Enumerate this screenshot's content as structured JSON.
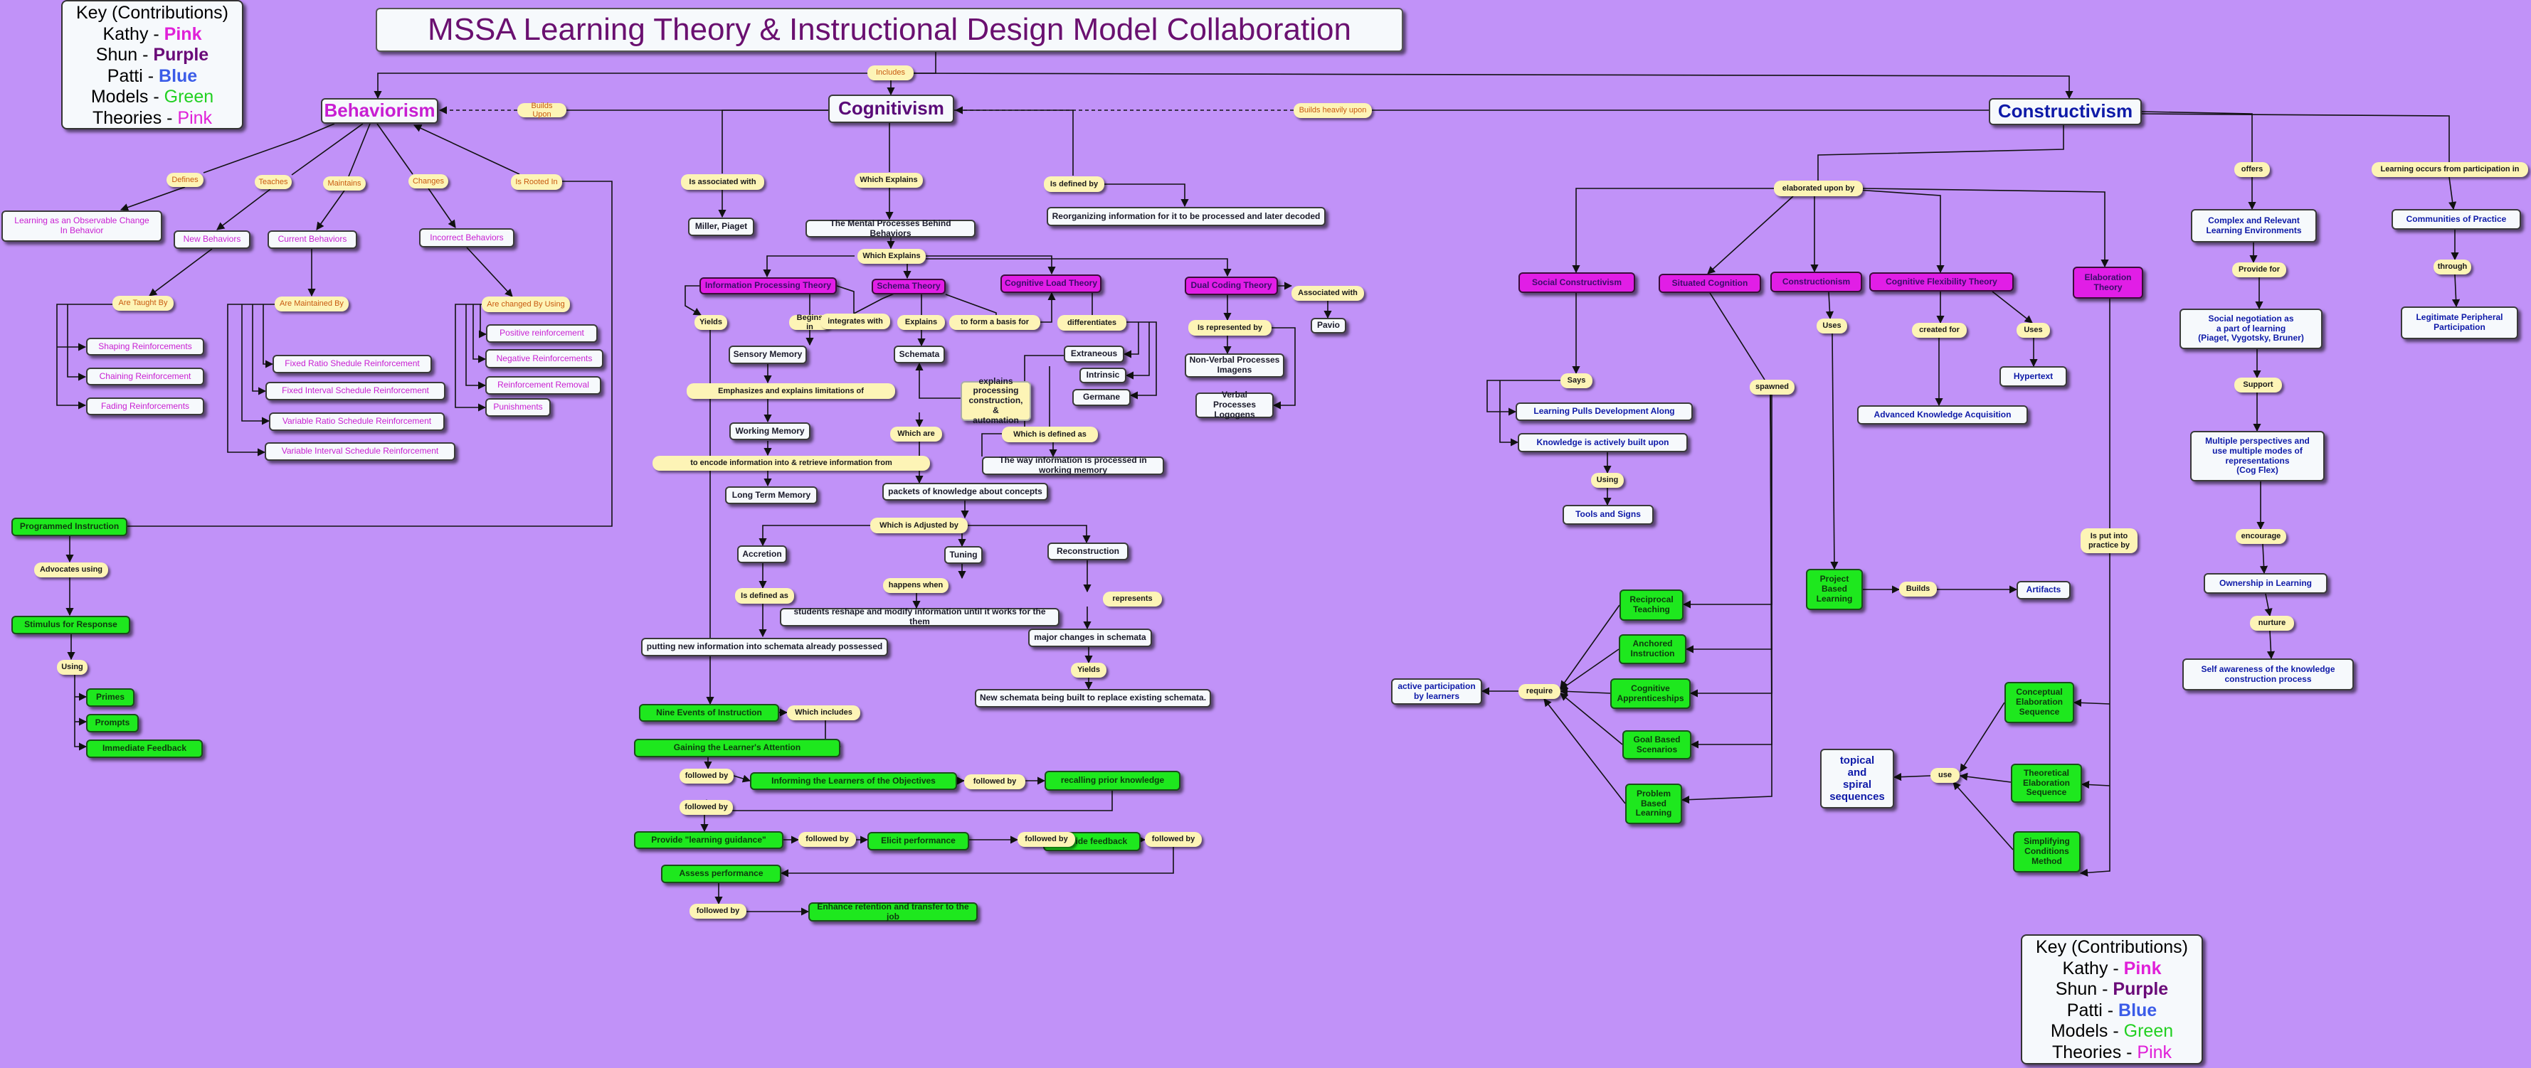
{
  "title": "MSSA Learning Theory & Instructional Design Model Collaboration",
  "key": {
    "heading": "Key (Contributions)",
    "rows": [
      {
        "name": "Kathy",
        "sep": " - ",
        "color": "Pink"
      },
      {
        "name": "Shun",
        "sep": " - ",
        "color": "Purple"
      },
      {
        "name": "Patti",
        "sep": " - ",
        "color": "Blue"
      },
      {
        "name": "Models",
        "sep": " - ",
        "color": "Green"
      },
      {
        "name": "Theories",
        "sep": " - ",
        "color": "Pink"
      }
    ]
  },
  "nodes": [
    {
      "id": "beh",
      "text": "Behaviorism",
      "style": "p big"
    },
    {
      "id": "cog",
      "text": "Cognitivism",
      "style": "u big"
    },
    {
      "id": "con",
      "text": "Constructivism",
      "style": "b big"
    },
    {
      "id": "b_obs",
      "text": "Learning as an Observable Change\nIn Behavior",
      "style": "p"
    },
    {
      "id": "b_new",
      "text": "New Behaviors",
      "style": "p"
    },
    {
      "id": "b_cur",
      "text": "Current Behaviors",
      "style": "p"
    },
    {
      "id": "b_inc",
      "text": "Incorrect Behaviors",
      "style": "p"
    },
    {
      "id": "b_shap",
      "text": "Shaping Reinforcements",
      "style": "p"
    },
    {
      "id": "b_chain",
      "text": "Chaining Reinforcement",
      "style": "p"
    },
    {
      "id": "b_fad",
      "text": "Fading Reinforcements",
      "style": "p"
    },
    {
      "id": "b_fr",
      "text": "Fixed Ratio Shedule Reinforcement",
      "style": "p"
    },
    {
      "id": "b_fi",
      "text": "Fixed Interval Schedule Reinforcement",
      "style": "p"
    },
    {
      "id": "b_vr",
      "text": "Variable Ratio Schedule Reinforcement",
      "style": "p"
    },
    {
      "id": "b_vi",
      "text": "Variable Interval Schedule Reinforcement",
      "style": "p"
    },
    {
      "id": "b_pos",
      "text": "Positive reinforcement",
      "style": "p"
    },
    {
      "id": "b_neg",
      "text": "Negative Reinforcements",
      "style": "p"
    },
    {
      "id": "b_rem",
      "text": "Reinforcement Removal",
      "style": "p"
    },
    {
      "id": "b_pun",
      "text": "Punishments",
      "style": "p"
    },
    {
      "id": "b_prog",
      "text": "Programmed Instruction",
      "style": "g"
    },
    {
      "id": "b_stim",
      "text": "Stimulus for Response",
      "style": "g"
    },
    {
      "id": "b_prim",
      "text": "Primes",
      "style": "g"
    },
    {
      "id": "b_prom",
      "text": "Prompts",
      "style": "g"
    },
    {
      "id": "b_imm",
      "text": "Immediate Feedback",
      "style": "g"
    },
    {
      "id": "c_miller",
      "text": "Miller, Piaget",
      "style": "k"
    },
    {
      "id": "c_mental",
      "text": "The Mental Processes Behind Behaviors",
      "style": "k"
    },
    {
      "id": "c_reorg",
      "text": "Reorganizing information for it to be processed and later decoded",
      "style": "k"
    },
    {
      "id": "c_ipt",
      "text": "Information Processing Theory",
      "style": "m"
    },
    {
      "id": "c_schema_t",
      "text": "Schema Theory",
      "style": "m"
    },
    {
      "id": "c_clt",
      "text": "Cognitive Load Theory",
      "style": "m"
    },
    {
      "id": "c_dct",
      "text": "Dual Coding Theory",
      "style": "m"
    },
    {
      "id": "c_sensory",
      "text": "Sensory Memory",
      "style": "k"
    },
    {
      "id": "c_working",
      "text": "Working Memory",
      "style": "k"
    },
    {
      "id": "c_ltm",
      "text": "Long Term Memory",
      "style": "k"
    },
    {
      "id": "c_schemata",
      "text": "Schemata",
      "style": "k"
    },
    {
      "id": "c_explains",
      "text": "explains\nprocessing\nconstruction, &\nautomation",
      "style": "k yel"
    },
    {
      "id": "c_extr",
      "text": "Extraneous",
      "style": "k"
    },
    {
      "id": "c_intr",
      "text": "Intrinsic",
      "style": "k"
    },
    {
      "id": "c_germ",
      "text": "Germane",
      "style": "k"
    },
    {
      "id": "c_nonverb",
      "text": "Non-Verbal Processes\nImagens",
      "style": "k"
    },
    {
      "id": "c_verb",
      "text": "Verbal Processes\nLogogens",
      "style": "k"
    },
    {
      "id": "c_pavio",
      "text": "Pavio",
      "style": "k"
    },
    {
      "id": "c_wayinfo",
      "text": "The way information is processed in working memory",
      "style": "k"
    },
    {
      "id": "c_packets",
      "text": "packets of knowledge about concepts",
      "style": "k"
    },
    {
      "id": "c_accr",
      "text": "Accretion",
      "style": "k"
    },
    {
      "id": "c_tun",
      "text": "Tuning",
      "style": "k"
    },
    {
      "id": "c_recon",
      "text": "Reconstruction",
      "style": "k"
    },
    {
      "id": "c_reshape",
      "text": "students reshape and modify information until it works for the them",
      "style": "k"
    },
    {
      "id": "c_major",
      "text": "major changes in schemata",
      "style": "k"
    },
    {
      "id": "c_putting",
      "text": "putting new information into schemata already possessed",
      "style": "k"
    },
    {
      "id": "c_newsch",
      "text": "New schemata being built to replace existing schemata.",
      "style": "k"
    },
    {
      "id": "c_nine",
      "text": "Nine Events of Instruction",
      "style": "g"
    },
    {
      "id": "c_gain",
      "text": "Gaining the Learner's Attention",
      "style": "g"
    },
    {
      "id": "c_inform",
      "text": "Informing the Learners of the Objectives",
      "style": "g"
    },
    {
      "id": "c_recall",
      "text": "recalling prior knowledge",
      "style": "g"
    },
    {
      "id": "c_guid",
      "text": "Provide \"learning guidance\"",
      "style": "g"
    },
    {
      "id": "c_elicit",
      "text": "Elicit performance",
      "style": "g"
    },
    {
      "id": "c_feedb",
      "text": "Provide feedback",
      "style": "g"
    },
    {
      "id": "c_assess",
      "text": "Assess performance",
      "style": "g"
    },
    {
      "id": "c_enh",
      "text": "Enhance retention and transfer to the job",
      "style": "g"
    },
    {
      "id": "k_social",
      "text": "Social Constructivism",
      "style": "m"
    },
    {
      "id": "k_situated",
      "text": "Situated Cognition",
      "style": "m"
    },
    {
      "id": "k_constr",
      "text": "Constructionism",
      "style": "m"
    },
    {
      "id": "k_cft",
      "text": "Cognitive Flexibility Theory",
      "style": "m"
    },
    {
      "id": "k_elab",
      "text": "Elaboration\nTheory",
      "style": "m"
    },
    {
      "id": "k_pulls",
      "text": "Learning Pulls Development Along",
      "style": "b"
    },
    {
      "id": "k_built",
      "text": "Knowledge is actively built upon",
      "style": "b"
    },
    {
      "id": "k_tools",
      "text": "Tools and Signs",
      "style": "b"
    },
    {
      "id": "k_advk",
      "text": "Advanced Knowledge Acquisition",
      "style": "b"
    },
    {
      "id": "k_hyper",
      "text": "Hypertext",
      "style": "b"
    },
    {
      "id": "k_recip",
      "text": "Reciprocal\nTeaching",
      "style": "g"
    },
    {
      "id": "k_anch",
      "text": "Anchored\nInstruction",
      "style": "g"
    },
    {
      "id": "k_capp",
      "text": "Cognitive\nApprenticeships",
      "style": "g"
    },
    {
      "id": "k_goal",
      "text": "Goal Based\nScenarios",
      "style": "g"
    },
    {
      "id": "k_pbl",
      "text": "Problem\nBased\nLearning",
      "style": "g"
    },
    {
      "id": "k_active",
      "text": "active participation\nby learners",
      "style": "b"
    },
    {
      "id": "k_proj",
      "text": "Project\nBased\nLearning",
      "style": "g"
    },
    {
      "id": "k_artif",
      "text": "Artifacts",
      "style": "b"
    },
    {
      "id": "k_concept",
      "text": "Conceptual\nElaboration\nSequence",
      "style": "g"
    },
    {
      "id": "k_theor",
      "text": "Theoretical\nElaboration\nSequence",
      "style": "g"
    },
    {
      "id": "k_simpl",
      "text": "Simplifying\nConditions\nMethod",
      "style": "g"
    },
    {
      "id": "k_topical",
      "text": "topical\nand\nspiral\nsequences",
      "style": "b bigish"
    },
    {
      "id": "k_complex",
      "text": "Complex and Relevant\nLearning Environments",
      "style": "b"
    },
    {
      "id": "k_socneg",
      "text": "Social negotiation as\na part of learning\n(Piaget, Vygotsky, Bruner)",
      "style": "b"
    },
    {
      "id": "k_multi",
      "text": "Multiple perspectives and\nuse multiple modes of\nrepresentations\n(Cog Flex)",
      "style": "b"
    },
    {
      "id": "k_owner",
      "text": "Ownership in Learning",
      "style": "b"
    },
    {
      "id": "k_selfaw",
      "text": "Self awareness of the knowledge\nconstruction process",
      "style": "b"
    },
    {
      "id": "k_cop",
      "text": "Communities of Practice",
      "style": "b"
    },
    {
      "id": "k_lpp",
      "text": "Legitimate Peripheral\nParticipation",
      "style": "b"
    }
  ],
  "labels": [
    {
      "id": "l_includes",
      "text": "Includes",
      "style": "lo"
    },
    {
      "id": "l_buildsupon",
      "text": "Builds Upon",
      "style": "lo"
    },
    {
      "id": "l_buildsheav",
      "text": "Builds heavily upon",
      "style": "lo"
    },
    {
      "id": "l_defines",
      "text": "Defines",
      "style": "lo"
    },
    {
      "id": "l_teaches",
      "text": "Teaches",
      "style": "lo"
    },
    {
      "id": "l_maintains",
      "text": "Maintains",
      "style": "lo"
    },
    {
      "id": "l_changes",
      "text": "Changes",
      "style": "lo"
    },
    {
      "id": "l_rooted",
      "text": "Is Rooted In",
      "style": "lo"
    },
    {
      "id": "l_taught",
      "text": "Are Taught By",
      "style": "lo"
    },
    {
      "id": "l_maintained",
      "text": "Are Maintained By",
      "style": "lo"
    },
    {
      "id": "l_changed",
      "text": "Are changed By Using",
      "style": "lo"
    },
    {
      "id": "l_advocates",
      "text": "Advocates using",
      "style": ""
    },
    {
      "id": "l_using1",
      "text": "Using",
      "style": ""
    },
    {
      "id": "l_assoc",
      "text": "Is associated with",
      "style": ""
    },
    {
      "id": "l_whichexp",
      "text": "Which Explains",
      "style": ""
    },
    {
      "id": "l_defby",
      "text": "Is defined by",
      "style": ""
    },
    {
      "id": "l_whichexp2",
      "text": "Which Explains",
      "style": ""
    },
    {
      "id": "l_yields1",
      "text": "Yields",
      "style": ""
    },
    {
      "id": "l_begins",
      "text": "Begins in",
      "style": ""
    },
    {
      "id": "l_integr",
      "text": "integrates with",
      "style": ""
    },
    {
      "id": "l_explains",
      "text": "Explains",
      "style": ""
    },
    {
      "id": "l_formbasis",
      "text": "to form a basis for",
      "style": ""
    },
    {
      "id": "l_differ",
      "text": "differentiates",
      "style": ""
    },
    {
      "id": "l_represby",
      "text": "Is represented by",
      "style": ""
    },
    {
      "id": "l_assocwith",
      "text": "Associated with",
      "style": ""
    },
    {
      "id": "l_emphas",
      "text": "Emphasizes and explains limitations of",
      "style": ""
    },
    {
      "id": "l_whichare",
      "text": "Which are",
      "style": ""
    },
    {
      "id": "l_whichdef",
      "text": "Which is defined as",
      "style": ""
    },
    {
      "id": "l_encode",
      "text": "to encode information into & retrieve information from",
      "style": ""
    },
    {
      "id": "l_adjusted",
      "text": "Which is Adjusted by",
      "style": ""
    },
    {
      "id": "l_isdefas",
      "text": "Is defined as",
      "style": ""
    },
    {
      "id": "l_happens",
      "text": "happens when",
      "style": ""
    },
    {
      "id": "l_repres",
      "text": "represents",
      "style": ""
    },
    {
      "id": "l_yields2",
      "text": "Yields",
      "style": ""
    },
    {
      "id": "l_whichinc",
      "text": "Which includes",
      "style": ""
    },
    {
      "id": "l_fol1",
      "text": "followed by",
      "style": ""
    },
    {
      "id": "l_fol2",
      "text": "followed by",
      "style": ""
    },
    {
      "id": "l_fol3",
      "text": "followed by",
      "style": ""
    },
    {
      "id": "l_fol4",
      "text": "followed by",
      "style": ""
    },
    {
      "id": "l_fol5",
      "text": "followed by",
      "style": ""
    },
    {
      "id": "l_fol6",
      "text": "followed by",
      "style": ""
    },
    {
      "id": "l_fol7",
      "text": "followed by",
      "style": ""
    },
    {
      "id": "l_elabby",
      "text": "elaborated upon by",
      "style": ""
    },
    {
      "id": "l_says",
      "text": "Says",
      "style": ""
    },
    {
      "id": "l_using2",
      "text": "Using",
      "style": ""
    },
    {
      "id": "l_spawned",
      "text": "spawned",
      "style": ""
    },
    {
      "id": "l_uses1",
      "text": "Uses",
      "style": ""
    },
    {
      "id": "l_created",
      "text": "created for",
      "style": ""
    },
    {
      "id": "l_uses2",
      "text": "Uses",
      "style": ""
    },
    {
      "id": "l_builds",
      "text": "Builds",
      "style": ""
    },
    {
      "id": "l_require",
      "text": "require",
      "style": ""
    },
    {
      "id": "l_use",
      "text": "use",
      "style": ""
    },
    {
      "id": "l_putinto",
      "text": "Is put into\npractice by",
      "style": ""
    },
    {
      "id": "l_offers",
      "text": "offers",
      "style": ""
    },
    {
      "id": "l_providefor",
      "text": "Provide for",
      "style": ""
    },
    {
      "id": "l_support",
      "text": "Support",
      "style": ""
    },
    {
      "id": "l_encourage",
      "text": "encourage",
      "style": ""
    },
    {
      "id": "l_nurture",
      "text": "nurture",
      "style": ""
    },
    {
      "id": "l_learnocc",
      "text": "Learning occurs from participation in",
      "style": ""
    },
    {
      "id": "l_through",
      "text": "through",
      "style": ""
    }
  ]
}
